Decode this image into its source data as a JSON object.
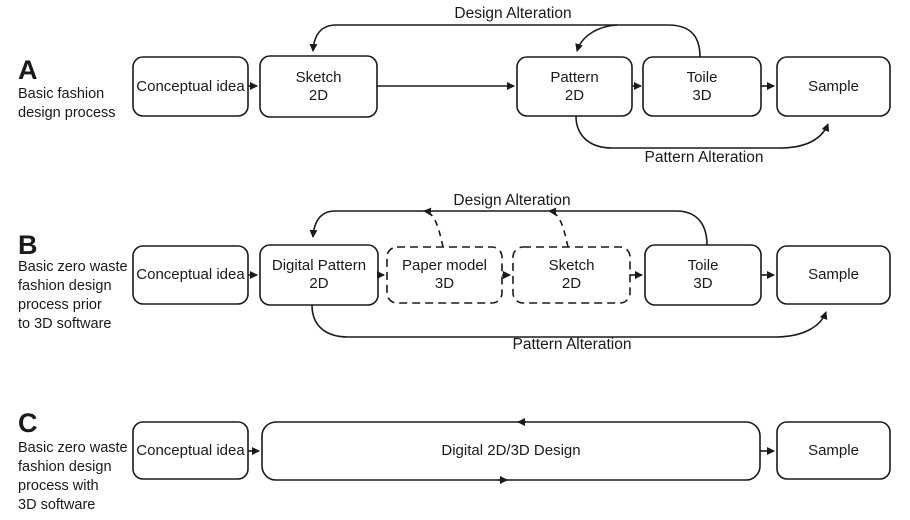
{
  "colors": {
    "background": "#ffffff",
    "stroke": "#1a1a1a",
    "text": "#1a1a1a"
  },
  "rows": {
    "a": {
      "letter": "A",
      "caption": "Basic fashion\ndesign process",
      "boxes": {
        "conceptual": "Conceptual idea",
        "sketch": "Sketch\n2D",
        "pattern": "Pattern\n2D",
        "toile": "Toile\n3D",
        "sample": "Sample"
      },
      "labels": {
        "design_alteration": "Design Alteration",
        "pattern_alteration": "Pattern Alteration"
      }
    },
    "b": {
      "letter": "B",
      "caption": "Basic zero waste\nfashion design\nprocess prior\nto 3D software",
      "boxes": {
        "conceptual": "Conceptual idea",
        "digital_pattern": "Digital Pattern\n2D",
        "paper_model": "Paper model\n3D",
        "sketch": "Sketch\n2D",
        "toile": "Toile\n3D",
        "sample": "Sample"
      },
      "labels": {
        "design_alteration": "Design Alteration",
        "pattern_alteration": "Pattern Alteration"
      }
    },
    "c": {
      "letter": "C",
      "caption": "Basic zero waste\nfashion design\nprocess with\n3D software",
      "boxes": {
        "conceptual": "Conceptual idea",
        "digital_design": "Digital 2D/3D Design",
        "sample": "Sample"
      }
    }
  }
}
